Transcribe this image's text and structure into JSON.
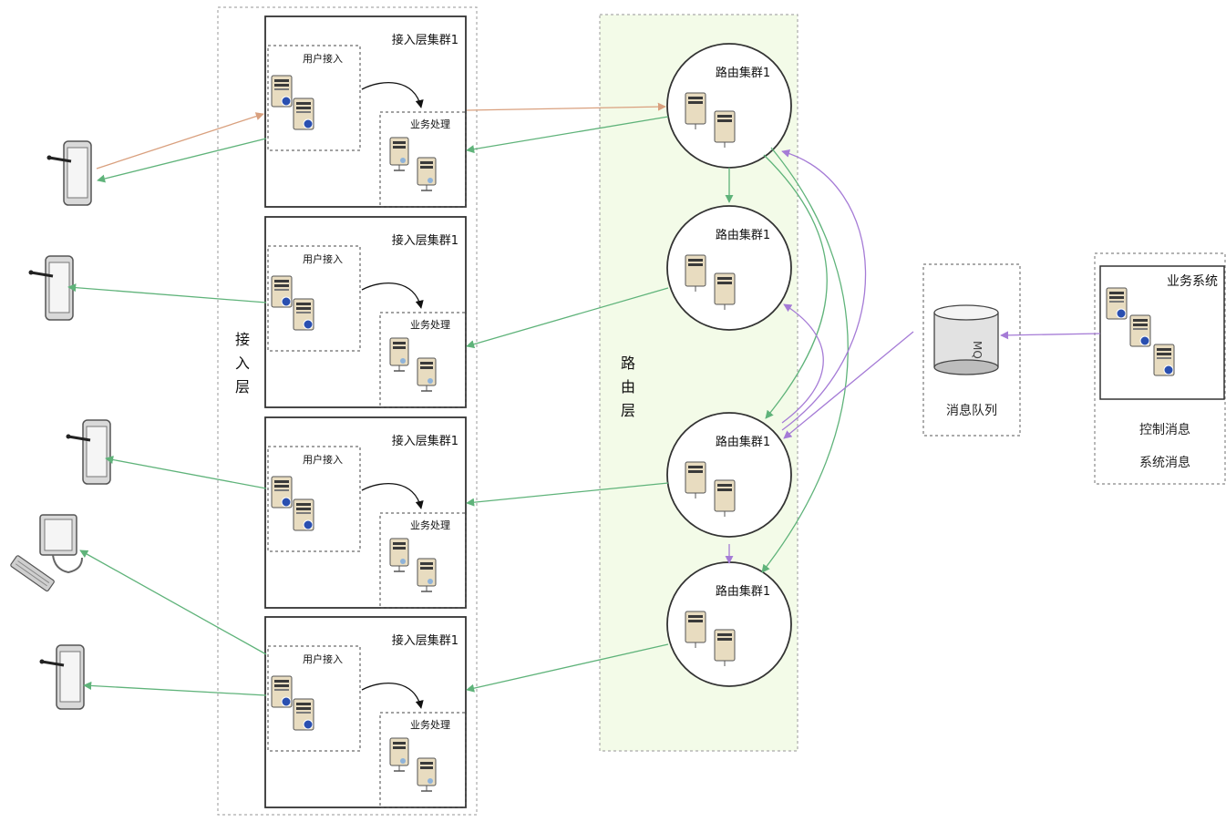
{
  "layers": {
    "access": {
      "label": "接入层"
    },
    "routing": {
      "label": "路由层"
    }
  },
  "access_clusters": [
    {
      "title": "接入层集群1",
      "user_access_label": "用户接入",
      "business_label": "业务处理"
    },
    {
      "title": "接入层集群1",
      "user_access_label": "用户接入",
      "business_label": "业务处理"
    },
    {
      "title": "接入层集群1",
      "user_access_label": "用户接入",
      "business_label": "业务处理"
    },
    {
      "title": "接入层集群1",
      "user_access_label": "用户接入",
      "business_label": "业务处理"
    }
  ],
  "routing_clusters": [
    {
      "title": "路由集群1"
    },
    {
      "title": "路由集群1"
    },
    {
      "title": "路由集群1"
    },
    {
      "title": "路由集群1"
    }
  ],
  "message_queue": {
    "label": "消息队列",
    "icon_text": "MQ"
  },
  "business_system": {
    "title": "业务系统",
    "message_types": [
      "控制消息",
      "系统消息"
    ]
  },
  "clients": [
    "tablet-icon",
    "tablet-icon",
    "tablet-icon",
    "desktop-computer-icon",
    "tablet-icon"
  ],
  "colors": {
    "green_arrow": "#5fb37a",
    "orange_arrow": "#d9a07e",
    "purple_arrow": "#a57bd6",
    "routing_layer_bg": "#f3fbe8",
    "server_beige": "#e8dcc0",
    "server_dark": "#3a3a3a",
    "server_badge": "#2a4fb0"
  }
}
